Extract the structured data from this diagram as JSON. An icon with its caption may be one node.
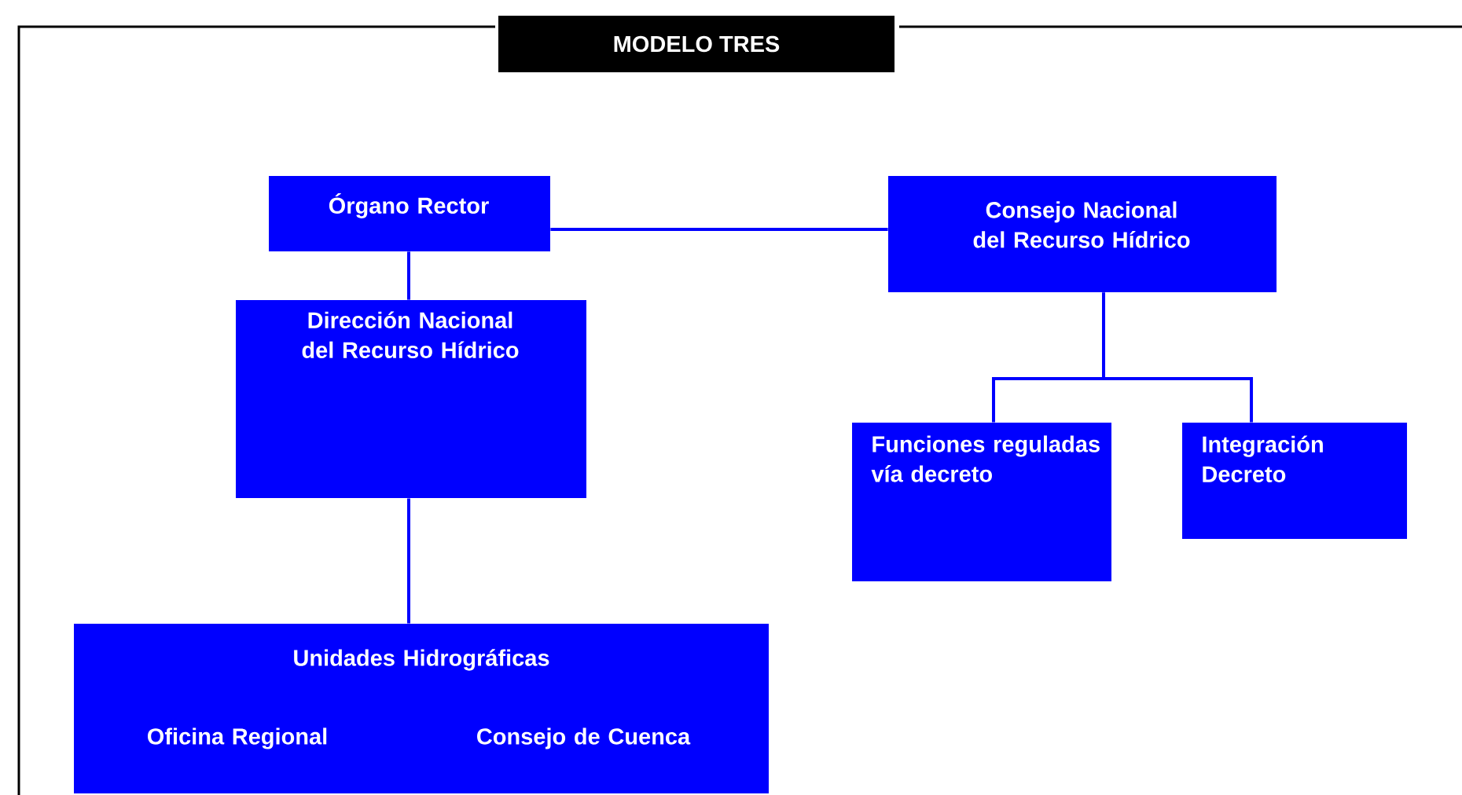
{
  "diagram": {
    "title": "MODELO  TRES",
    "nodes": [
      {
        "text": [
          "Órgano Rector"
        ]
      },
      {
        "text": [
          "Consejo Nacional del Recurso Hídrico"
        ]
      },
      {
        "text": [
          "Dirección Nacional del Recurso Hídrico"
        ]
      },
      {
        "text": [
          "Funciones reguladas vía decreto"
        ]
      },
      {
        "text": [
          "Integración Decreto"
        ]
      },
      {
        "text": [
          "Unidades Hidrográficas",
          "Oficina Regional",
          "Consejo de Cuenca"
        ]
      }
    ],
    "edges": [
      {
        "from": 0,
        "to": 1,
        "arrow": "none"
      },
      {
        "from": 0,
        "to": 2,
        "arrow": "none"
      },
      {
        "from": 1,
        "to": 3,
        "arrow": "none"
      },
      {
        "from": 1,
        "to": 4,
        "arrow": "none"
      },
      {
        "from": 2,
        "to": 5,
        "arrow": "none"
      }
    ]
  }
}
